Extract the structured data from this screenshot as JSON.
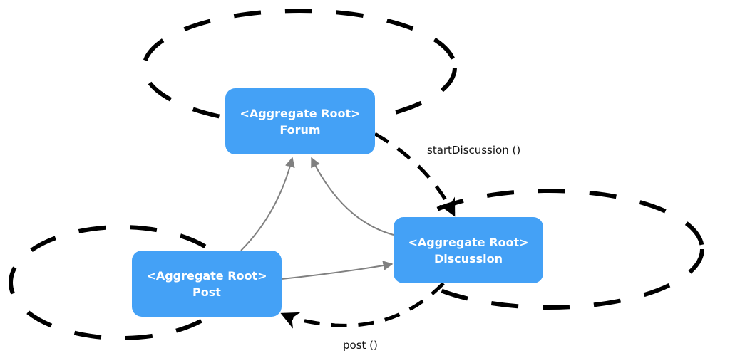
{
  "diagram": {
    "colors": {
      "node_fill": "#44a1f6",
      "node_text": "#ffffff",
      "reference_arrow": "#808080",
      "boundary": "#000000",
      "command_arrow": "#000000"
    },
    "nodes": [
      {
        "id": "forum",
        "stereotype": "<Aggregate Root>",
        "name": "Forum"
      },
      {
        "id": "post",
        "stereotype": "<Aggregate Root>",
        "name": "Post"
      },
      {
        "id": "discussion",
        "stereotype": "<Aggregate Root>",
        "name": "Discussion"
      }
    ],
    "aggregate_boundaries": [
      "forum",
      "post",
      "discussion"
    ],
    "references": [
      {
        "from": "post",
        "to": "forum"
      },
      {
        "from": "discussion",
        "to": "forum"
      },
      {
        "from": "post",
        "to": "discussion"
      }
    ],
    "commands": [
      {
        "from": "forum",
        "to": "discussion",
        "label": "startDiscussion ()"
      },
      {
        "from": "discussion",
        "to": "post",
        "label": "post ()"
      }
    ]
  }
}
